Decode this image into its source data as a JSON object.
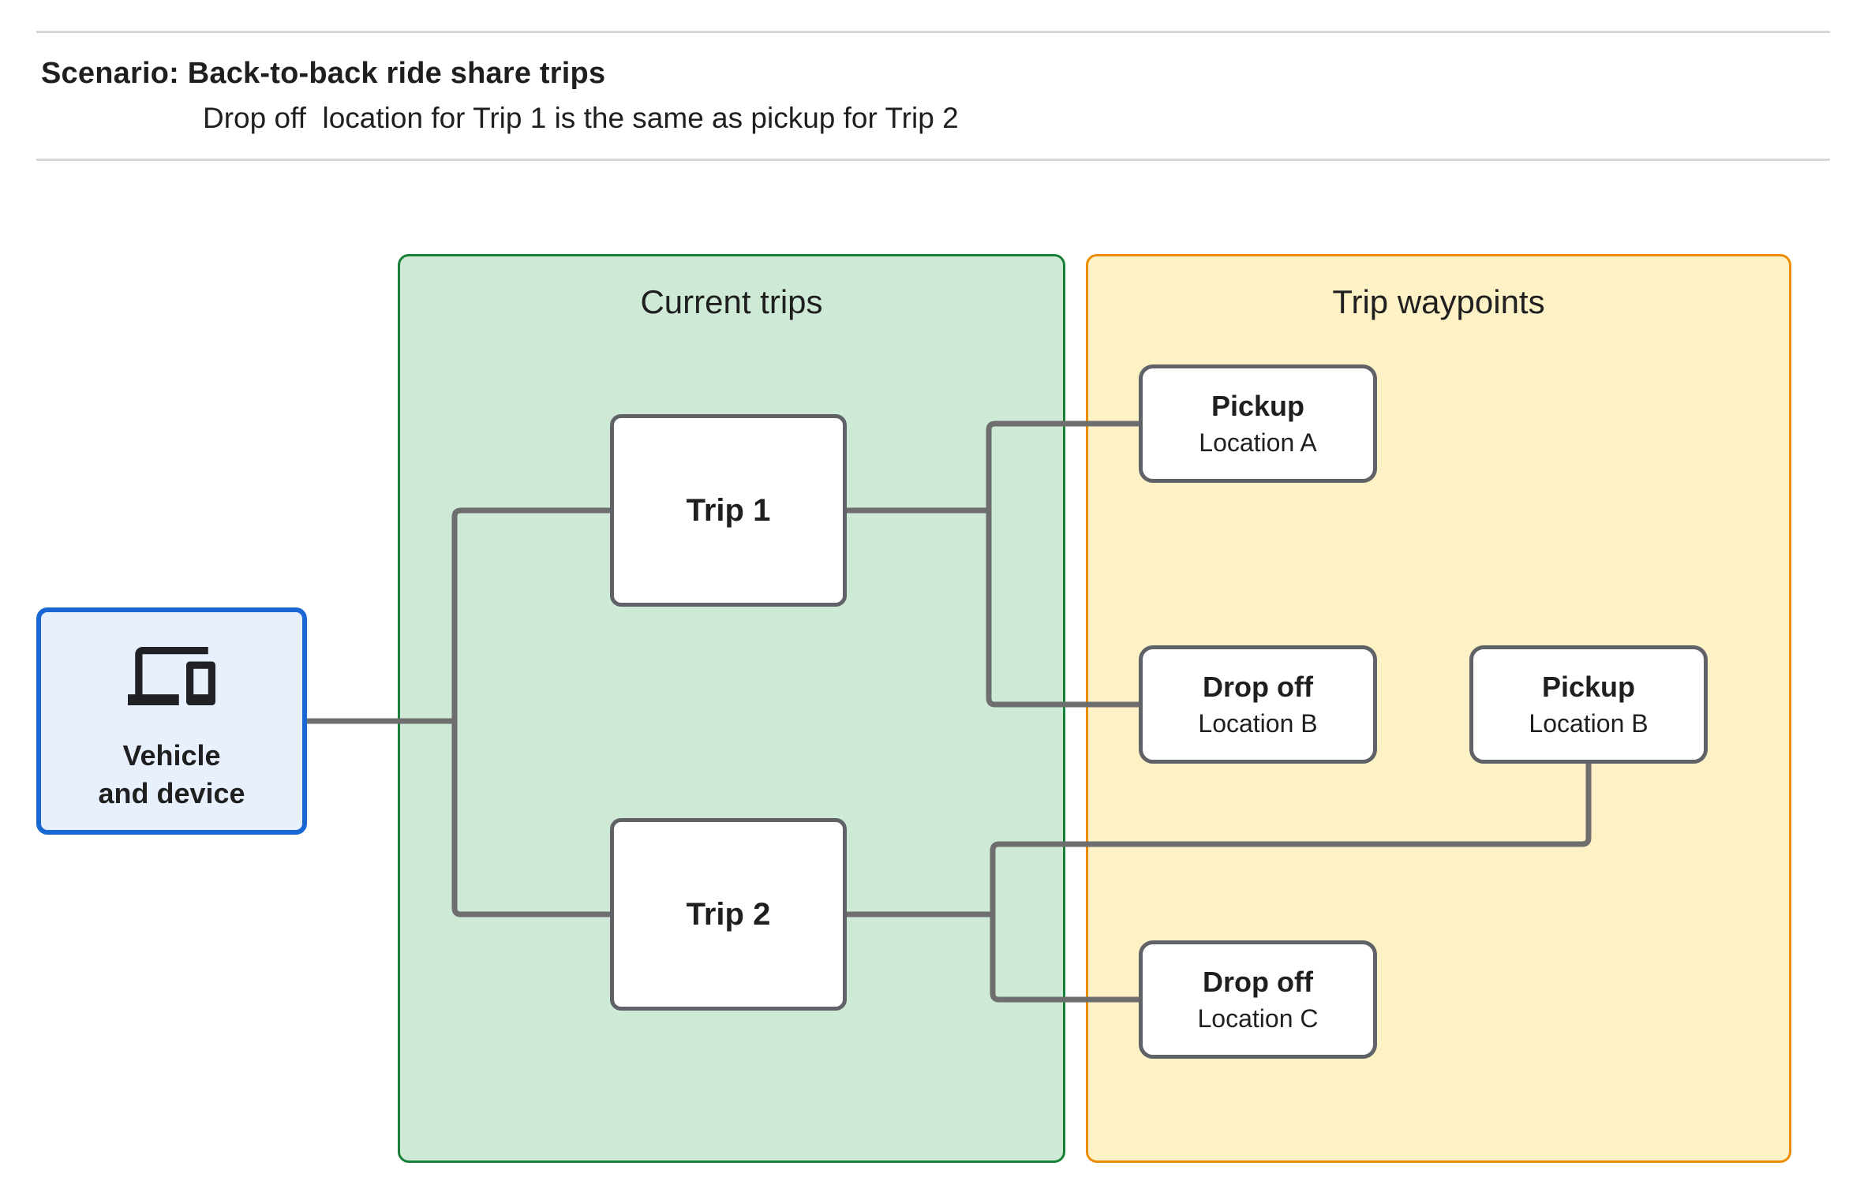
{
  "header": {
    "title": "Scenario: Back-to-back ride share trips",
    "subtitle": "Drop off  location for Trip 1 is the same as pickup for Trip 2"
  },
  "vehicle_node": {
    "icon": "devices-icon",
    "label_line1": "Vehicle",
    "label_line2": "and device"
  },
  "panels": {
    "current_trips": {
      "title": "Current trips"
    },
    "trip_waypoints": {
      "title": "Trip waypoints"
    }
  },
  "trips": [
    {
      "label": "Trip 1"
    },
    {
      "label": "Trip 2"
    }
  ],
  "waypoints": [
    {
      "title": "Pickup",
      "subtitle": "Location A"
    },
    {
      "title": "Drop off",
      "subtitle": "Location B"
    },
    {
      "title": "Pickup",
      "subtitle": "Location B"
    },
    {
      "title": "Drop off",
      "subtitle": "Location C"
    }
  ],
  "colors": {
    "background": "#ffffff",
    "text": "#1f1f1f",
    "divider": "#d6d6d6",
    "vehicle_fill": "#e8f0fe",
    "vehicle_border": "#1967d2",
    "current_trips_fill": "#cee9d6",
    "current_trips_border": "#188038",
    "waypoints_fill": "#fdf1c6",
    "waypoints_border": "#ee8c00",
    "node_fill": "#ffffff",
    "node_border": "#5f6368",
    "connector": "#6e6e6e",
    "icon": "#202124"
  }
}
